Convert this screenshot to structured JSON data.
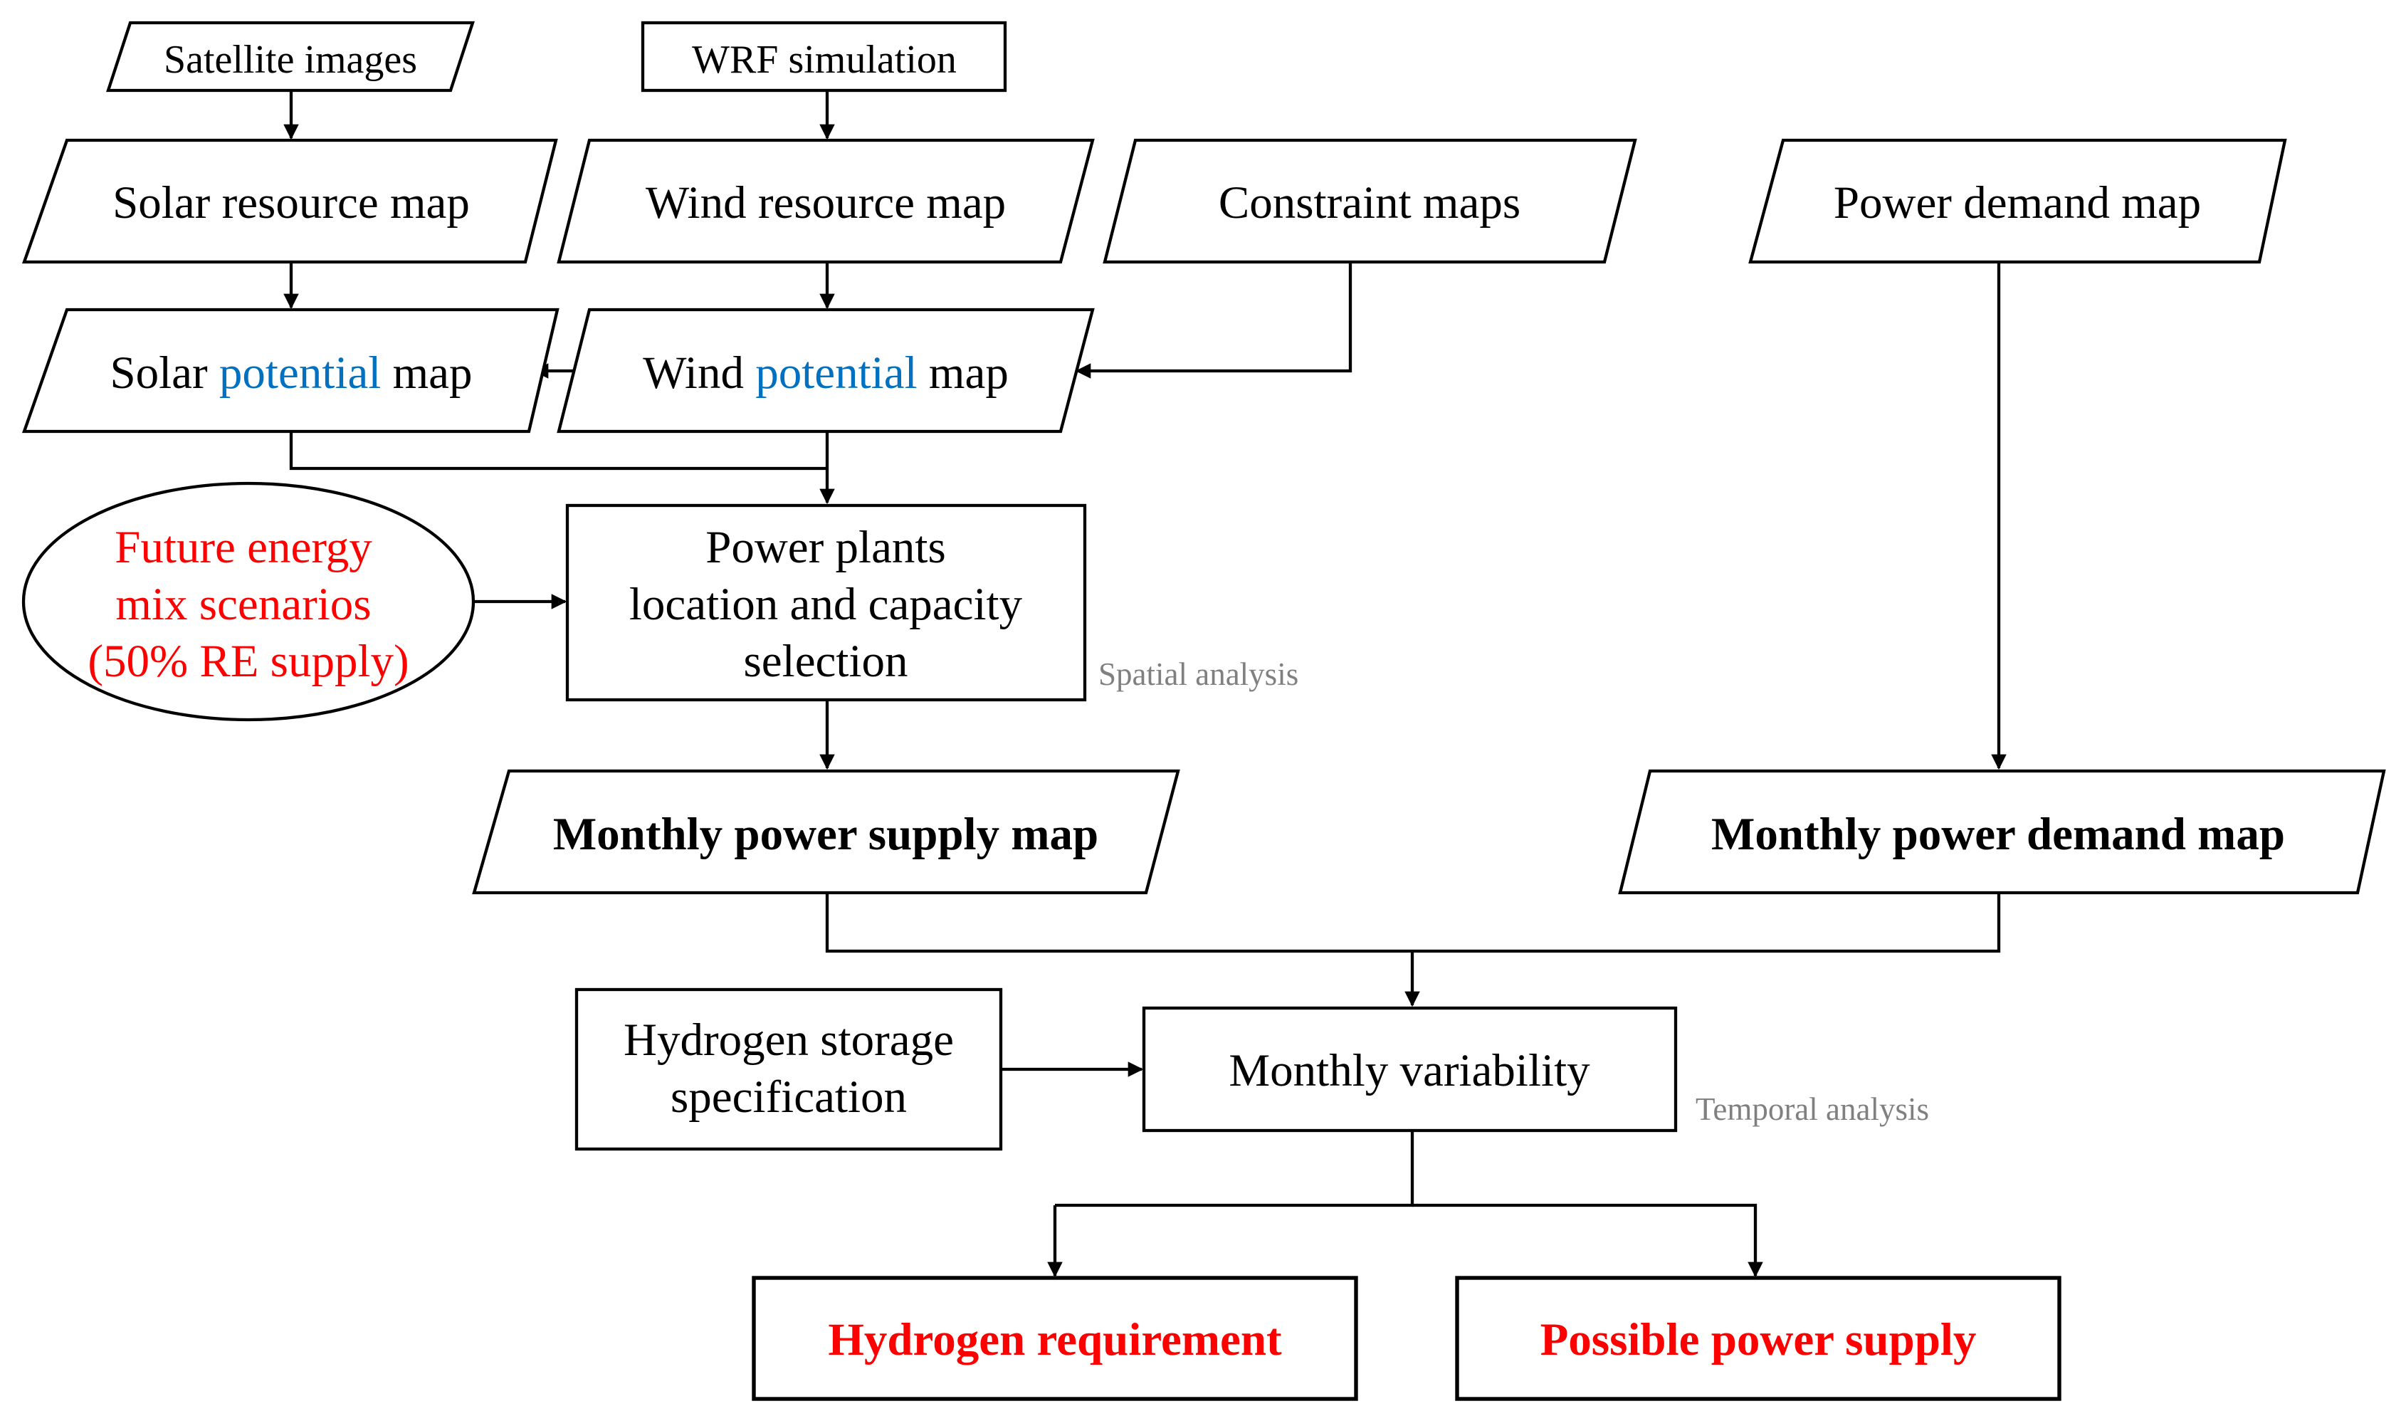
{
  "colors": {
    "stroke": "#000000",
    "highlight_red": "#ff0000",
    "highlight_blue": "#0070c0",
    "annotation_gray": "#808080"
  },
  "nodes": {
    "satellite": "Satellite images",
    "wrf": "WRF simulation",
    "solar_resource": "Solar resource map",
    "wind_resource": "Wind resource map",
    "constraint": "Constraint maps",
    "power_demand": "Power demand map",
    "solar_potential": {
      "prefix": "Solar ",
      "highlight": "potential",
      "suffix": " map"
    },
    "wind_potential": {
      "prefix": "Wind ",
      "highlight": "potential",
      "suffix": " map"
    },
    "future_energy": [
      "Future energy",
      "mix scenarios",
      "(50% RE supply)"
    ],
    "power_plants": [
      "Power plants",
      "location and capacity",
      "selection"
    ],
    "monthly_supply": "Monthly power supply map",
    "monthly_demand": "Monthly power demand map",
    "hydrogen_storage": [
      "Hydrogen storage",
      "specification"
    ],
    "monthly_variability": "Monthly variability",
    "hydrogen_requirement": "Hydrogen requirement",
    "possible_supply": "Possible power supply"
  },
  "annotations": {
    "spatial": "Spatial analysis",
    "temporal": "Temporal analysis"
  }
}
